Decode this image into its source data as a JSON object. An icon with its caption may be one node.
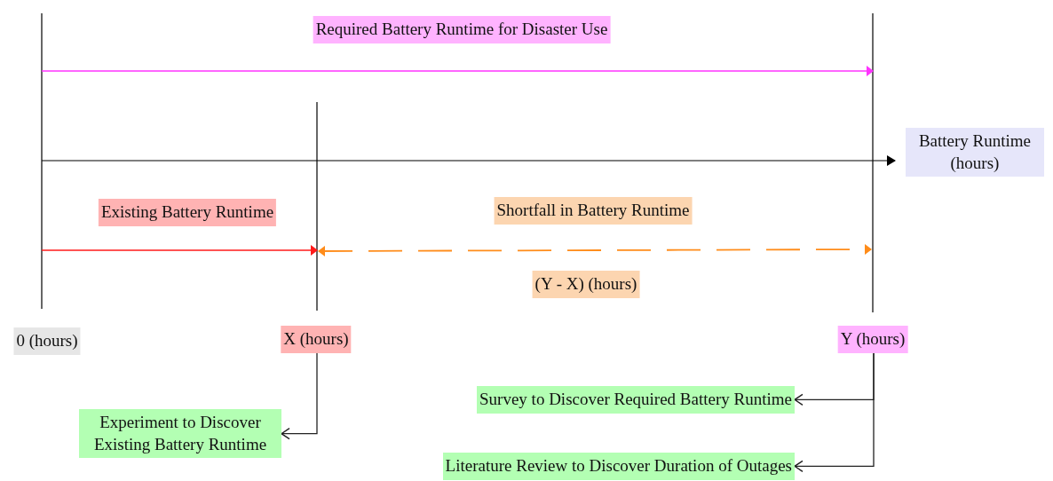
{
  "diagram": {
    "nodes": [
      {
        "text": [
          "Required Battery Runtime for Disaster Use"
        ]
      },
      {
        "text": [
          "Battery Runtime (hours)"
        ]
      },
      {
        "text": [
          "Existing Battery Runtime"
        ]
      },
      {
        "text": [
          "Shortfall in Battery Runtime"
        ]
      },
      {
        "text": [
          "(Y - X) (hours)"
        ]
      },
      {
        "text": [
          "0 (hours)"
        ]
      },
      {
        "text": [
          "X (hours)"
        ]
      },
      {
        "text": [
          "Y (hours)"
        ]
      },
      {
        "text": [
          "Survey to Discover Required Battery Runtime"
        ]
      },
      {
        "text": [
          "Experiment to Discover Existing Battery Runtime"
        ]
      },
      {
        "text": [
          "Literature Review to Discover Duration of Outages"
        ]
      }
    ],
    "edges": [
      {
        "from": 6,
        "to": 9,
        "arrow": "to"
      },
      {
        "from": 7,
        "to": 8,
        "arrow": "to"
      },
      {
        "from": 7,
        "to": 10,
        "arrow": "to"
      }
    ]
  }
}
